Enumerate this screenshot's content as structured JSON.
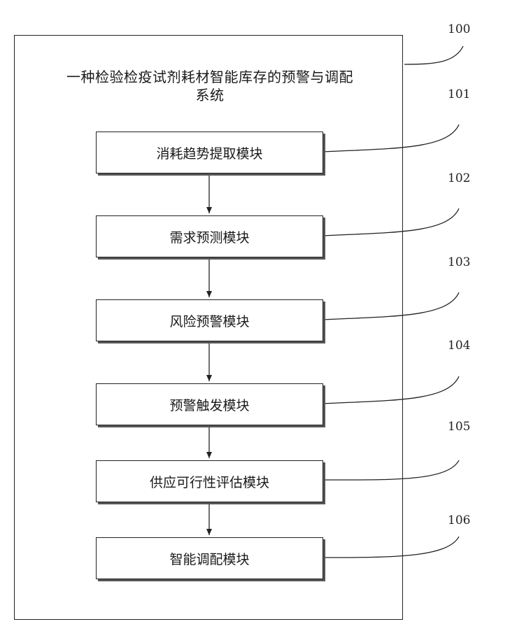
{
  "system": {
    "ref": "100",
    "title_line1": "一种检验检疫试剂耗材智能库存的预警与调配",
    "title_line2": "系统"
  },
  "modules": [
    {
      "ref": "101",
      "label": "消耗趋势提取模块"
    },
    {
      "ref": "102",
      "label": "需求预测模块"
    },
    {
      "ref": "103",
      "label": "风险预警模块"
    },
    {
      "ref": "104",
      "label": "预警触发模块"
    },
    {
      "ref": "105",
      "label": "供应可行性评估模块"
    },
    {
      "ref": "106",
      "label": "智能调配模块"
    }
  ]
}
